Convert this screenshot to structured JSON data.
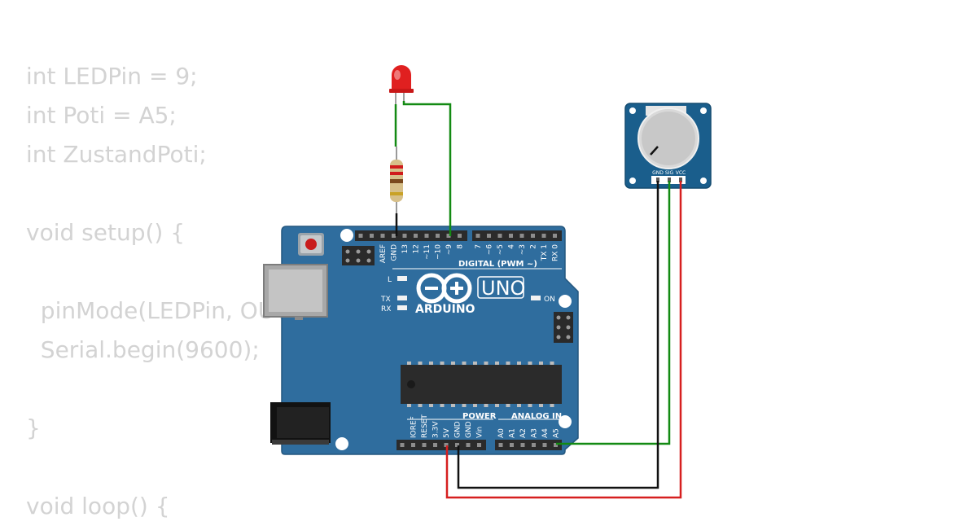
{
  "code_lines": [
    "int LEDPin = 9;",
    "int Poti = A5;",
    "int ZustandPoti;",
    "",
    "void setup() {",
    "",
    "  pinMode(LEDPin, OUTPUT);",
    "  Serial.begin(9600);",
    "",
    "}",
    "",
    "void loop() {"
  ],
  "board": {
    "digital_label": "DIGITAL (PWM ~)",
    "brand": "ARDUINO",
    "model": "UNO",
    "on_label": "ON",
    "l_label": "L",
    "tx_label": "TX",
    "rx_label": "RX",
    "power_label": "POWER",
    "analog_label": "ANALOG IN",
    "top_pins": [
      "AREF",
      "GND",
      "13",
      "12",
      "~11",
      "~10",
      "~9",
      "8",
      "7",
      "~6",
      "~5",
      "4",
      "~3",
      "2",
      "TX 1",
      "RX 0"
    ],
    "power_pins": [
      "IOREF",
      "RESET",
      "3.3V",
      "5V",
      "GND",
      "GND",
      "Vin"
    ],
    "analog_pins": [
      "A0",
      "A1",
      "A2",
      "A3",
      "A4",
      "A5"
    ]
  },
  "potentiometer": {
    "pins": [
      "GND",
      "SIG",
      "VCC"
    ]
  },
  "colors": {
    "board": "#2f6d9e",
    "wire_green": "#138a13",
    "wire_red": "#d61f1f",
    "wire_black": "#111111",
    "led": "#e02020",
    "module": "#1a5e8c"
  }
}
